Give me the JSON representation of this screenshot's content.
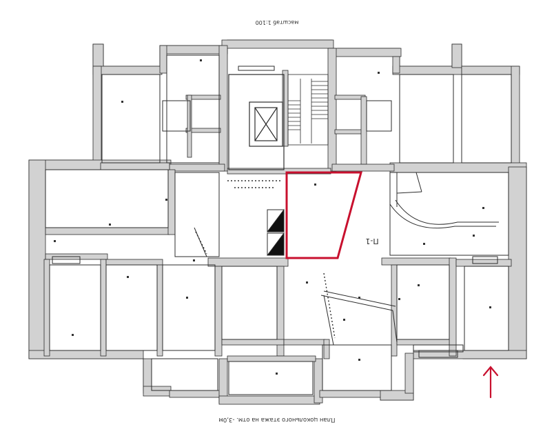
{
  "drawing": {
    "scale_text": "масштаб 1:100",
    "caption": "План цокольного этажа на отм. -3,0м",
    "room_label": "П-1"
  },
  "colors": {
    "wall": "#d2d2d2",
    "outline": "#2b2b2b",
    "highlight": "#c8102e",
    "arrow": "#c8102e"
  },
  "icons": {
    "entrance_marker": "up-arrow-icon",
    "elevator": "elevator-shaft-icon",
    "stairs": "stairwell-icon"
  }
}
